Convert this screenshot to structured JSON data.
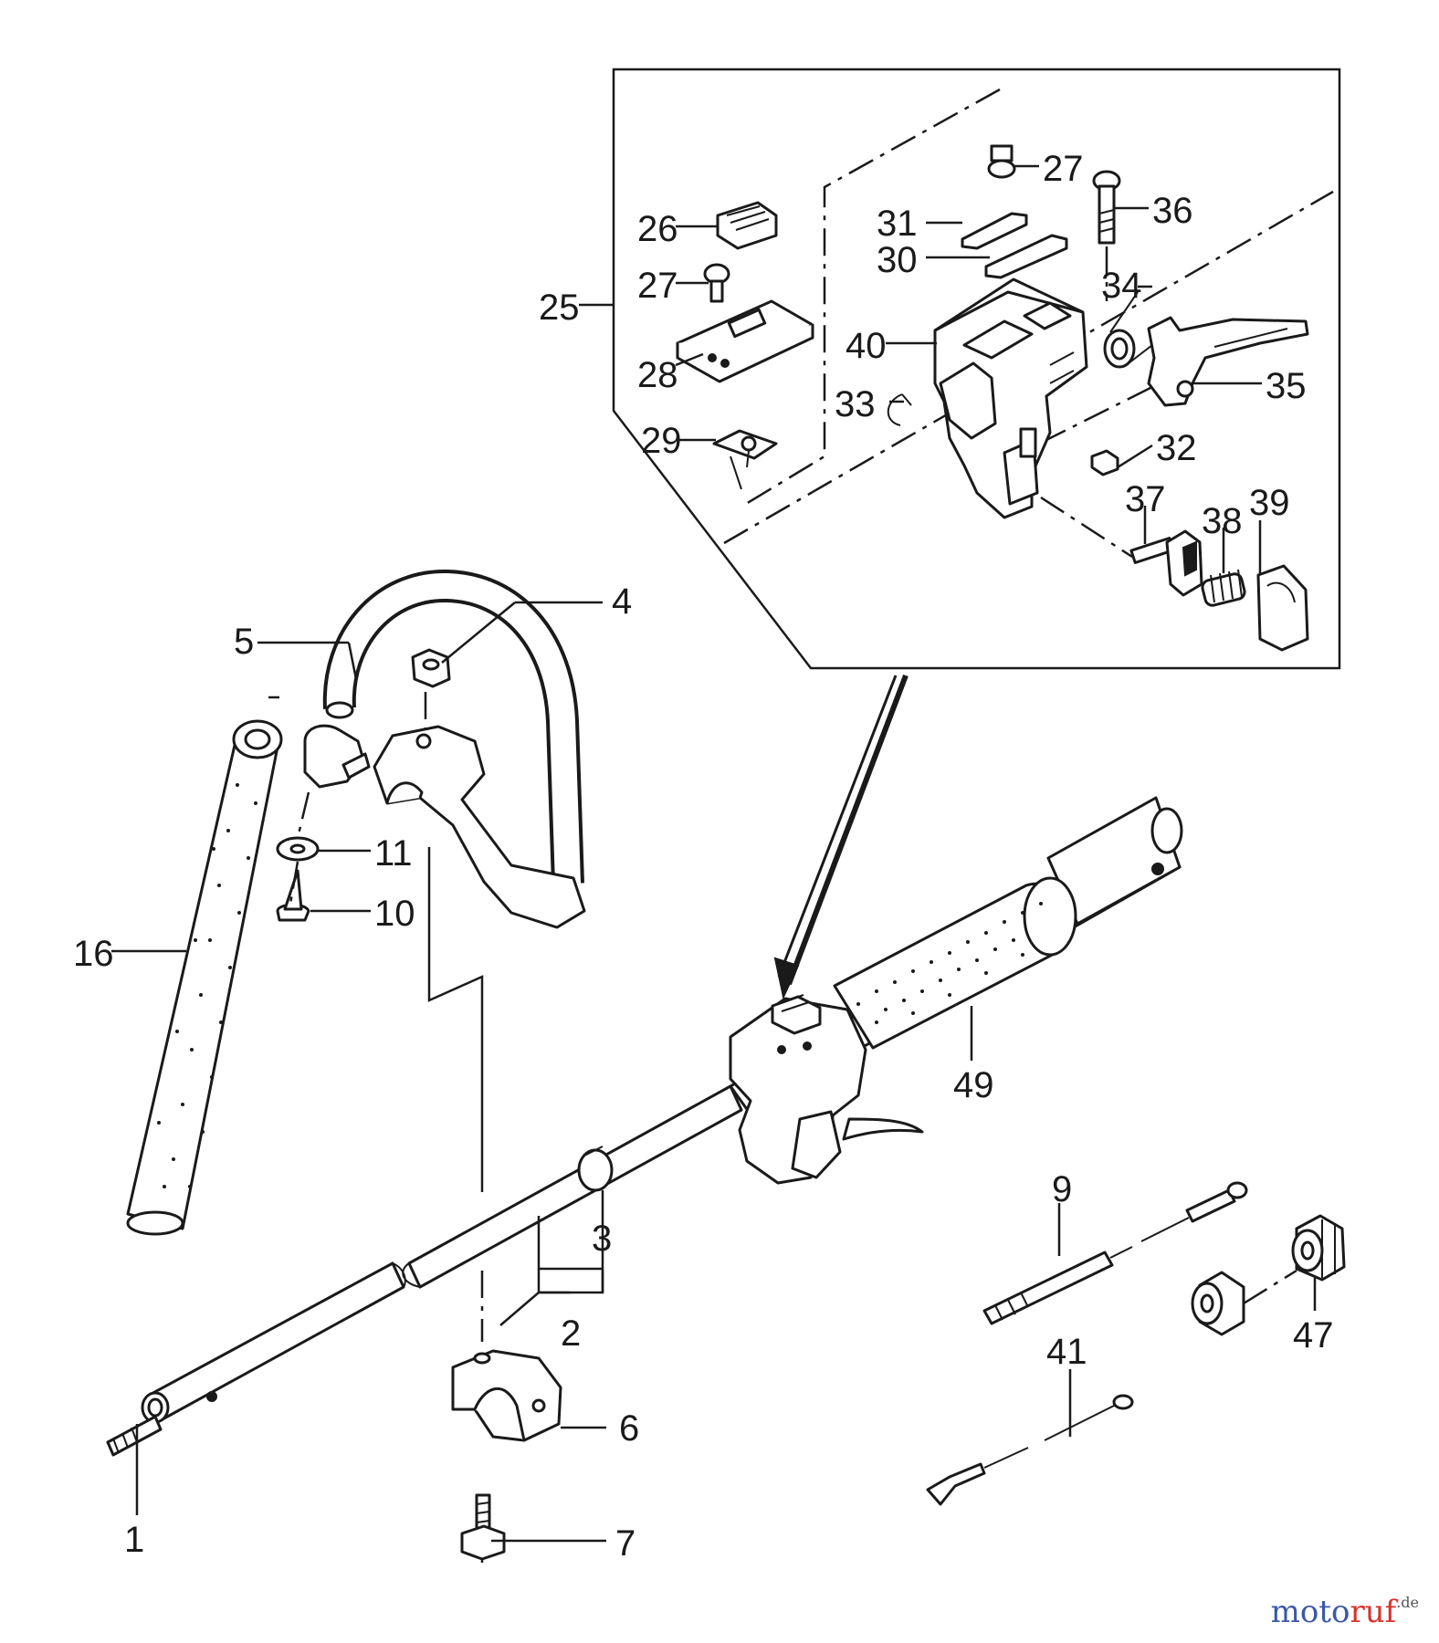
{
  "labels": {
    "l1": "1",
    "l2": "2",
    "l3": "3",
    "l4": "4",
    "l5": "5",
    "l6": "6",
    "l7": "7",
    "l9": "9",
    "l10": "10",
    "l11": "11",
    "l16": "16",
    "l25": "25",
    "l26": "26",
    "l27a": "27",
    "l27b": "27",
    "l28": "28",
    "l29": "29",
    "l30": "30",
    "l31": "31",
    "l32": "32",
    "l33": "33",
    "l34": "34",
    "l35": "35",
    "l36": "36",
    "l37": "37",
    "l38": "38",
    "l39": "39",
    "l40": "40",
    "l41": "41",
    "l47": "47",
    "l49": "49"
  },
  "watermark": {
    "motor": "moto",
    "ruf": "ruf",
    "tld": ".de"
  }
}
